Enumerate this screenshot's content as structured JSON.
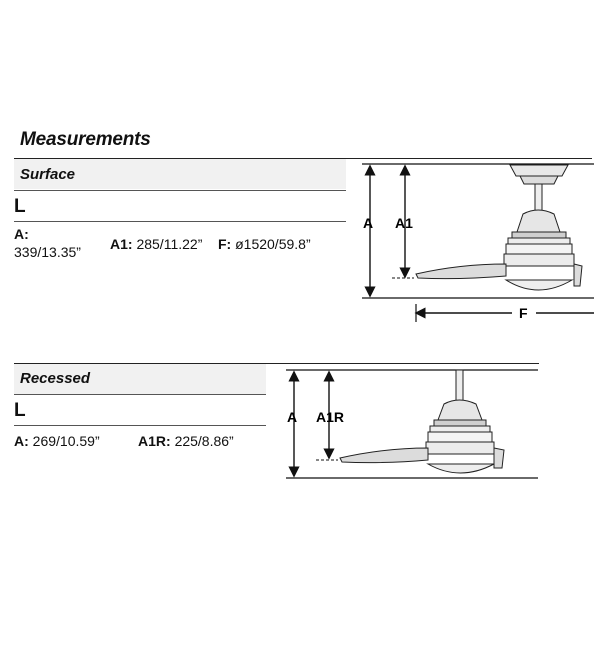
{
  "heading": "Measurements",
  "surface": {
    "label": "Surface",
    "model": "L",
    "a_label": "A:",
    "a_value": "339/13.35”",
    "a1_label": "A1:",
    "a1_value": "285/11.22”",
    "f_label": "F:",
    "f_value": "ø1520/59.8”",
    "diagram": {
      "a": "A",
      "a1": "A1",
      "f": "F"
    }
  },
  "recessed": {
    "label": "Recessed",
    "model": "L",
    "a_label": "A:",
    "a_value": "269/10.59”",
    "a1r_label": "A1R:",
    "a1r_value": "225/8.86”",
    "diagram": {
      "a": "A",
      "a1r": "A1R"
    }
  }
}
